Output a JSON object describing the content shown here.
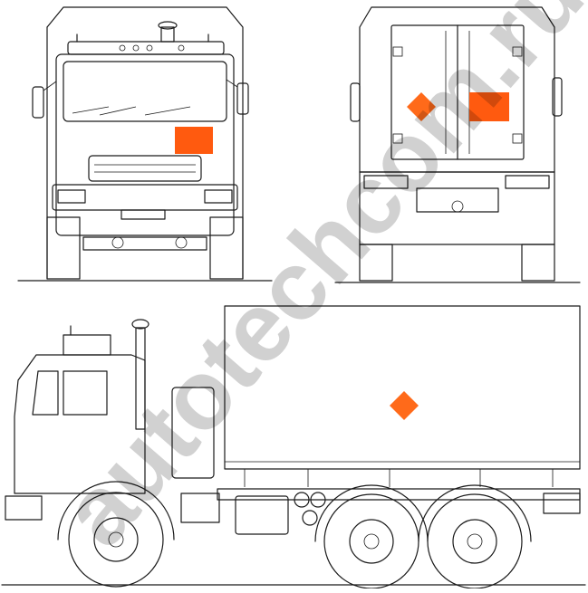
{
  "watermark": {
    "text": "autotechcom.ru"
  },
  "colors": {
    "line": "#1a1a1a",
    "placard": "#ff5a0f",
    "hazard": "#ff6a1a",
    "watermark": "#000000"
  },
  "icons": {
    "hazard_diamond": "explosive-hazard-diamond",
    "placard": "orange-hazard-placard"
  }
}
